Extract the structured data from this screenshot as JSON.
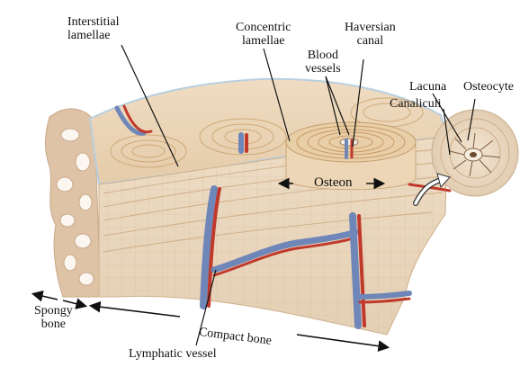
{
  "diagram": {
    "labels": {
      "interstitial": [
        "Interstitial",
        "lamellae"
      ],
      "concentric": [
        "Concentric",
        "lamellae"
      ],
      "haversian": [
        "Haversian",
        "canal"
      ],
      "blood_vessels": [
        "Blood",
        "vessels"
      ],
      "lacuna": "Lacuna",
      "osteocyte": "Osteocyte",
      "canaliculi": "Canaliculi",
      "osteon": "Osteon",
      "spongy_bone": [
        "Spongy",
        "bone"
      ],
      "compact_bone": "Compact bone",
      "lymphatic_vessel": "Lymphatic vessel"
    }
  },
  "colors": {
    "bone_top": "#e9d3b4",
    "bone_front": "#ead9c1",
    "osteon_ring": "#e2c59c",
    "blood_vessel": "#c0392b",
    "vein": "#6f86b8",
    "spongy": "#dcc0a4",
    "leader": "#111111"
  }
}
